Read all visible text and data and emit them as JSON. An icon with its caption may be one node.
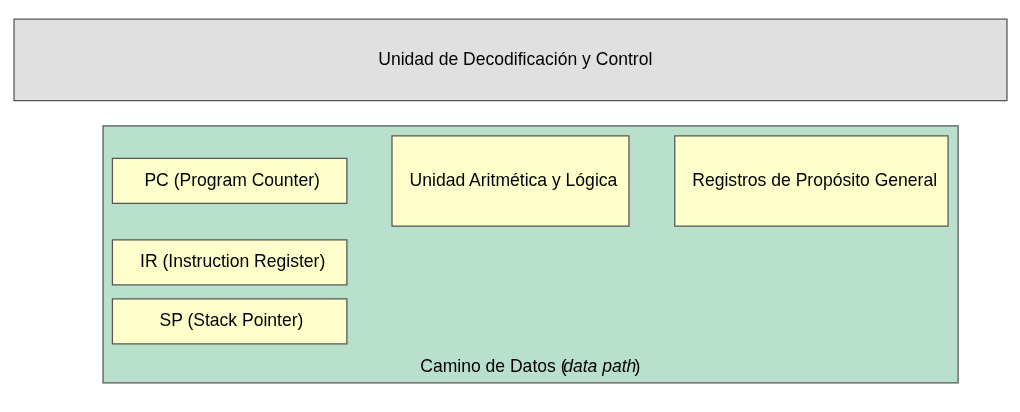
{
  "diagram": {
    "nodes": [
      {
        "text": [
          "Unidad de Decodificación y Control"
        ]
      },
      {
        "text": [
          "Camino de Datos (*data path*)"
        ]
      },
      {
        "text": [
          "PC (Program Counter)"
        ],
        "in": 1
      },
      {
        "text": [
          "IR (Instruction Register)"
        ],
        "in": 1
      },
      {
        "text": [
          "SP (Stack Pointer)"
        ],
        "in": 1
      },
      {
        "text": [
          "Unidad Aritmética y Lógica"
        ],
        "in": 1
      },
      {
        "text": [
          "Registros de Propósito General"
        ],
        "in": 1
      }
    ],
    "edges": []
  }
}
